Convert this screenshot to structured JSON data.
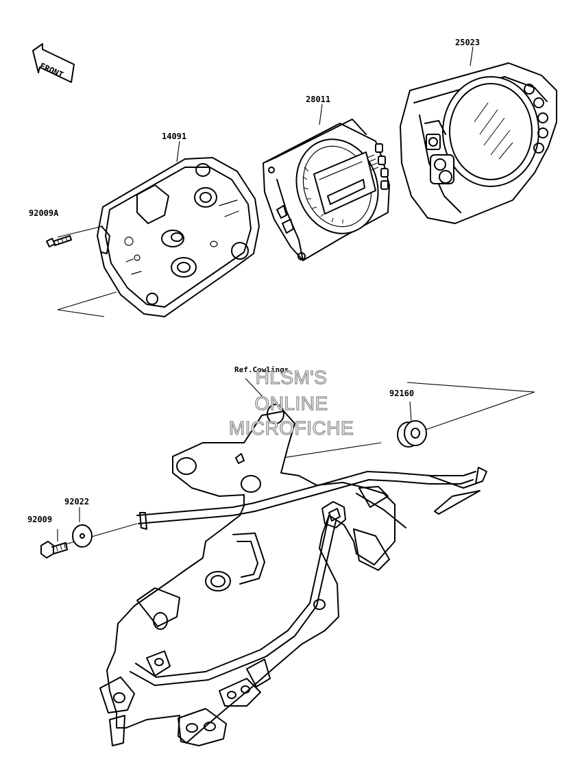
{
  "orientation": {
    "front_label": "FRONT"
  },
  "parts": {
    "p25023": "25023",
    "p28011": "28011",
    "p14091": "14091",
    "p92009A": "92009A",
    "p92160": "92160",
    "p92022": "92022",
    "p92009": "92009"
  },
  "reference": {
    "ref_cowlings": "Ref.Cowlings"
  },
  "watermark": {
    "line1": "HLSM'S",
    "line2": "ONLINE",
    "line3": "MICROFICHE"
  }
}
